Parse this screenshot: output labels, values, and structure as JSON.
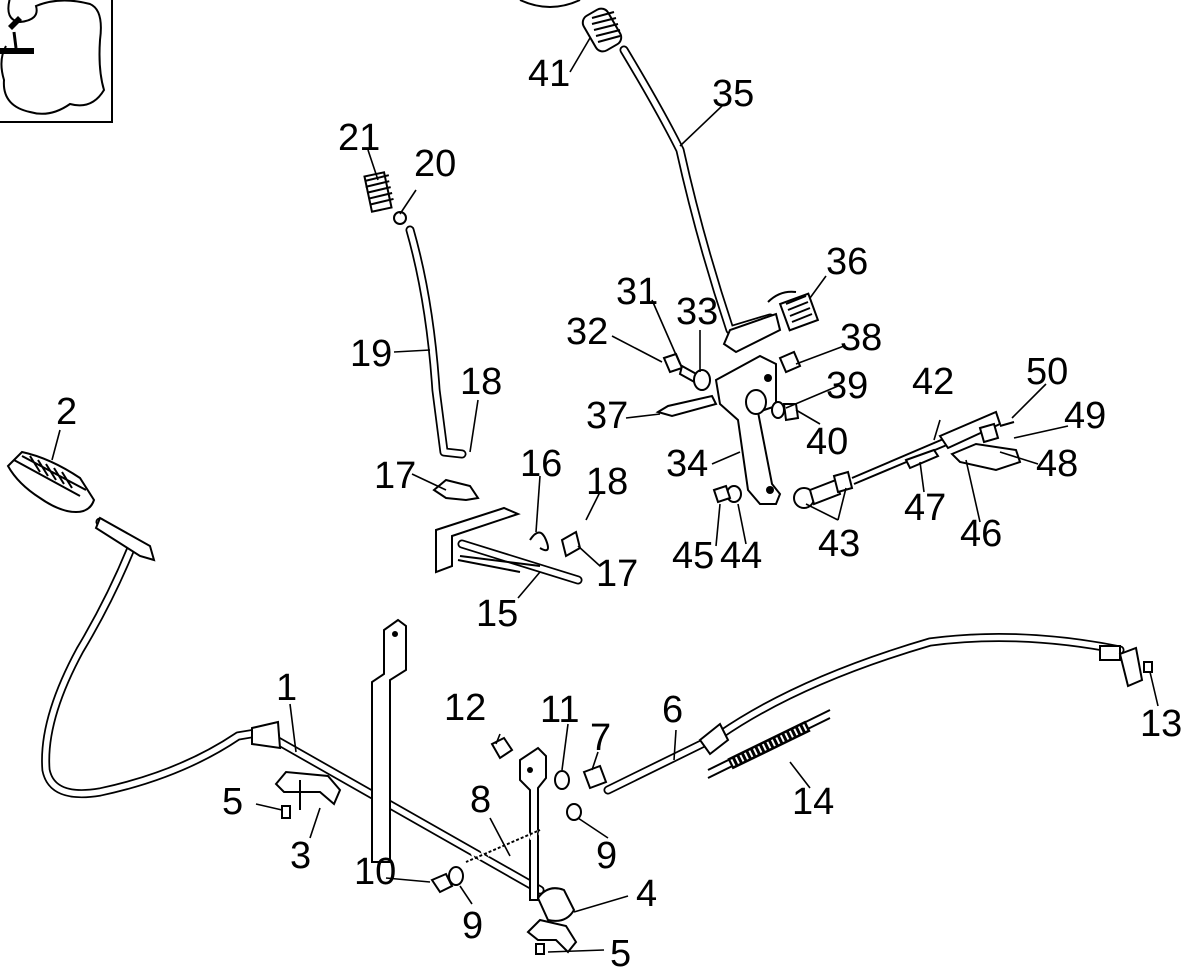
{
  "callouts": [
    "1",
    "2",
    "3",
    "4",
    "5",
    "5",
    "6",
    "7",
    "8",
    "9",
    "9",
    "10",
    "11",
    "12",
    "13",
    "14",
    "15",
    "16",
    "17",
    "17",
    "18",
    "18",
    "19",
    "20",
    "21",
    "31",
    "32",
    "33",
    "34",
    "35",
    "36",
    "37",
    "38",
    "39",
    "40",
    "41",
    "42",
    "43",
    "44",
    "45",
    "46",
    "47",
    "48",
    "49",
    "50"
  ]
}
